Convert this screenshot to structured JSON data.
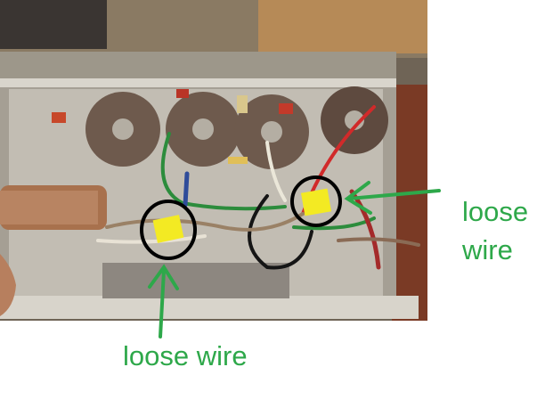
{
  "annotations": {
    "left_label": "loose wire",
    "right_label_line1": "loose",
    "right_label_line2": "wire"
  },
  "colors": {
    "annotation_green": "#2ea84a",
    "circle": "#000000",
    "tape_yellow": "#f3ea23",
    "chassis": "#b9b3a6"
  }
}
